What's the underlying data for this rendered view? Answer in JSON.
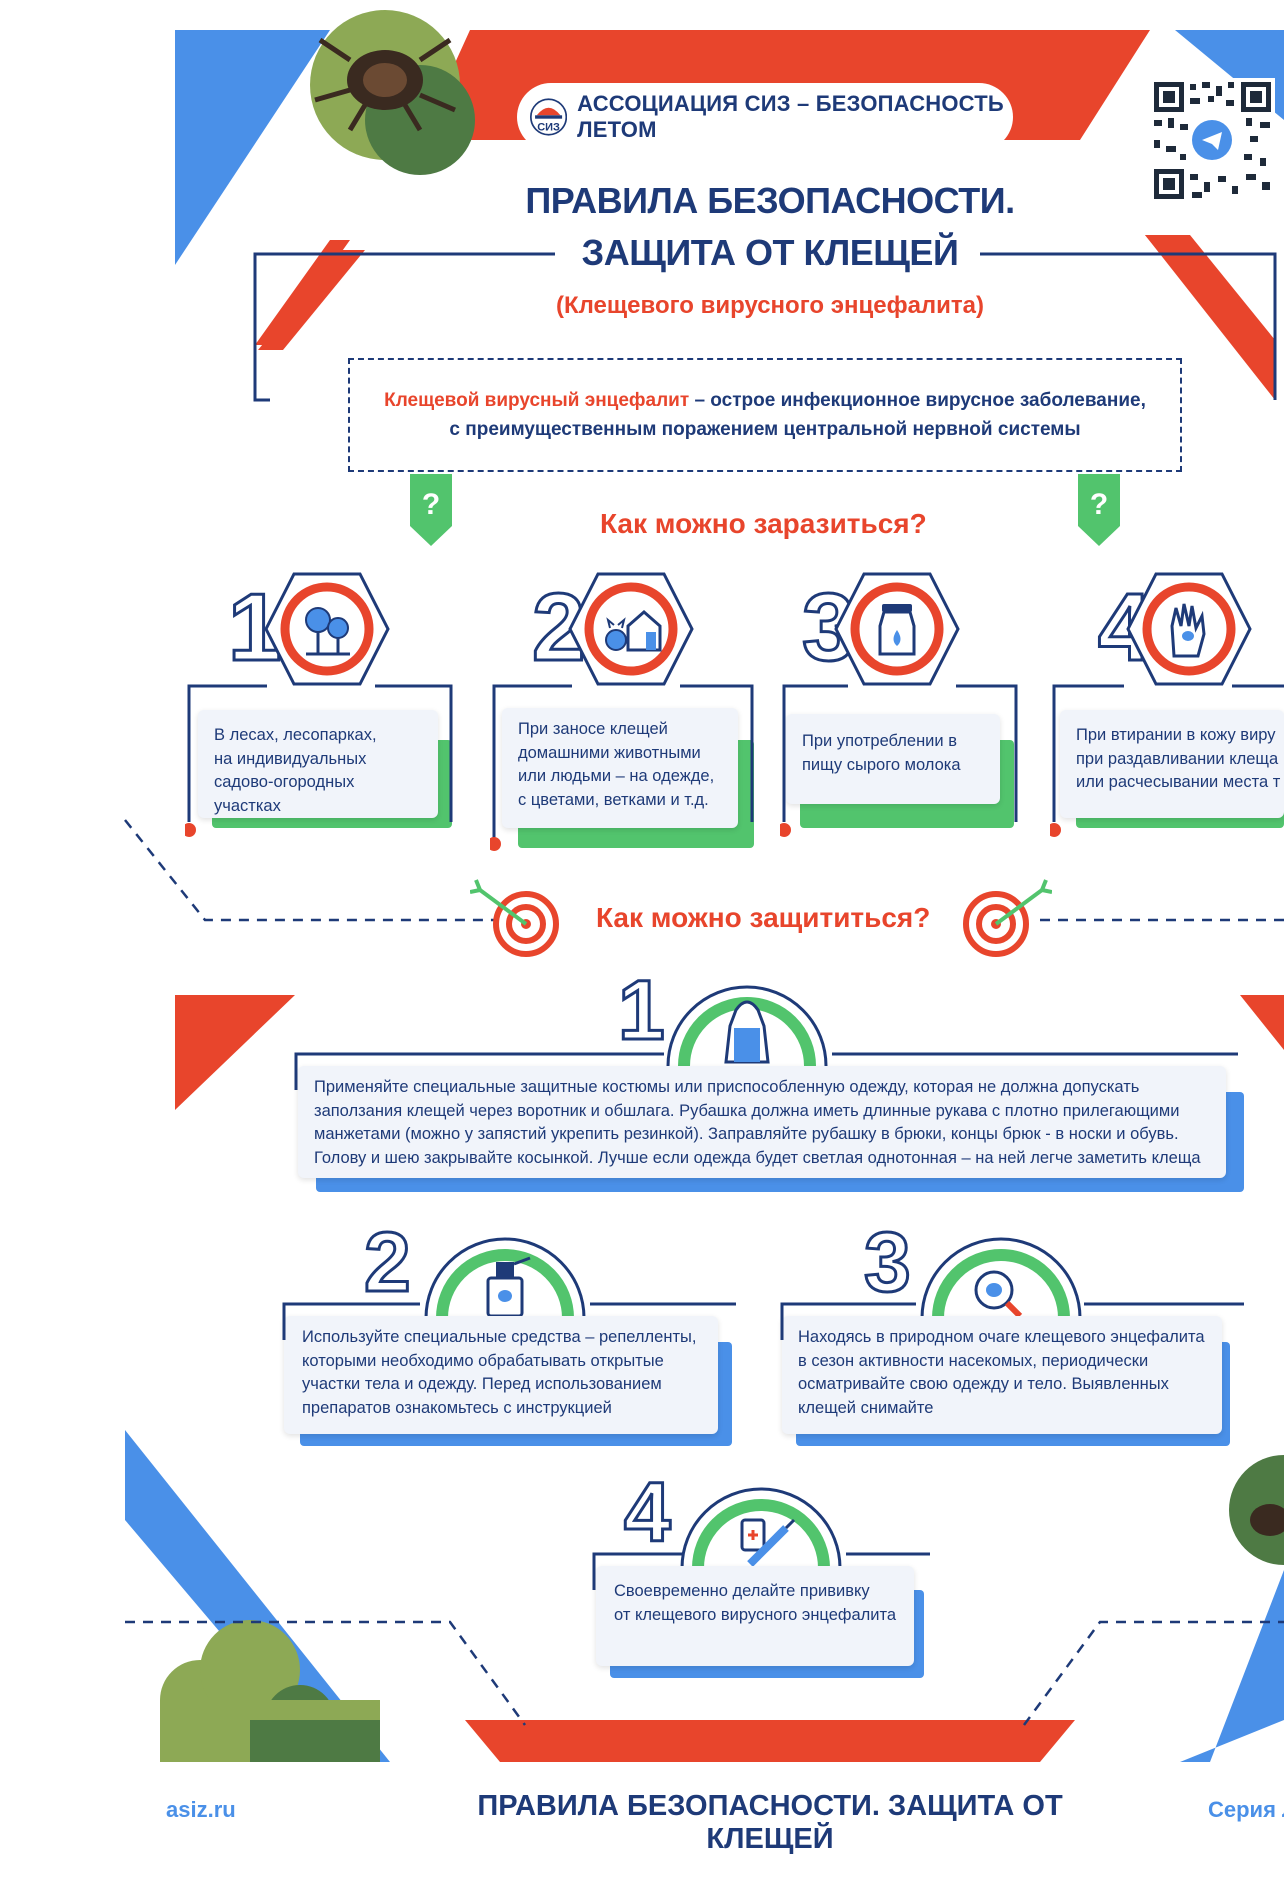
{
  "header": {
    "badge_text": "АССОЦИАЦИЯ СИЗ – БЕЗОПАСНОСТЬ ЛЕТОМ",
    "logo_icon": "siz-logo-icon",
    "qr_icon": "qr-code-telegram-icon"
  },
  "title": {
    "line1": "ПРАВИЛА БЕЗОПАСНОСТИ.",
    "line2": "ЗАЩИТА ОТ КЛЕЩЕЙ",
    "subtitle": "(Клещевого вирусного энцефалита)"
  },
  "definition": {
    "term": "Клещевой вирусный энцефалит",
    "text_part1": " – острое инфекционное вирусное заболевание,",
    "text_part2": "с преимущественным поражением центральной нервной системы"
  },
  "infection": {
    "heading": "Как можно заразиться?",
    "items": [
      {
        "number": "1",
        "icon": "trees-icon",
        "lines": [
          "В лесах, лесопарках,",
          "на индивидуальных",
          "садово-огородных участках"
        ]
      },
      {
        "number": "2",
        "icon": "pet-house-icon",
        "lines": [
          "При заносе клещей",
          "домашними животными",
          "или людьми – на одежде,",
          "с цветами, ветками и т.д."
        ]
      },
      {
        "number": "3",
        "icon": "milk-can-icon",
        "lines": [
          "При употреблении в",
          "пищу сырого молока"
        ]
      },
      {
        "number": "4",
        "icon": "glove-tick-icon",
        "lines": [
          "При втирании в кожу виру",
          "при раздавливании клеща",
          "или расчесывании места т"
        ]
      }
    ]
  },
  "protection": {
    "heading": "Как можно защититься?",
    "items": [
      {
        "number": "1",
        "icon": "protective-suit-icon",
        "lines": [
          "Применяйте специальные защитные костюмы или приспособленную одежду, которая не должна допускать",
          "заползания клещей через воротник и обшлага. Рубашка должна иметь длинные рукава с плотно прилегающими",
          "манжетами (можно у запястий укрепить резинкой). Заправляйте рубашку в брюки, концы брюк - в носки и обувь.",
          "Голову и шею закрывайте косынкой. Лучше если одежда будет светлая однотонная – на ней легче заметить клеща"
        ]
      },
      {
        "number": "2",
        "icon": "repellent-spray-icon",
        "lines": [
          "Используйте специальные средства – репелленты,",
          "которыми необходимо обрабатывать открытые",
          "участки тела и одежду. Перед использованием",
          "препаратов ознакомьтесь с инструкцией"
        ]
      },
      {
        "number": "3",
        "icon": "magnifier-tick-icon",
        "lines": [
          "Находясь в природном очаге клещевого энцефалита",
          "в сезон активности насекомых, периодически",
          "осматривайте свою одежду и тело. Выявленных",
          "клещей снимайте"
        ]
      },
      {
        "number": "4",
        "icon": "vaccine-syringe-icon",
        "lines": [
          "Своевременно делайте прививку",
          "от клещевого вирусного энцефалита"
        ]
      }
    ]
  },
  "footer": {
    "site": "asiz.ru",
    "title": "ПРАВИЛА БЕЗОПАСНОСТИ. ЗАЩИТА ОТ КЛЕЩЕЙ",
    "series": "Серия Л-"
  },
  "colors": {
    "navy": "#1e3a78",
    "red": "#e8452c",
    "green": "#52c46d",
    "blue": "#4a90e8",
    "olive": "#8da955"
  }
}
